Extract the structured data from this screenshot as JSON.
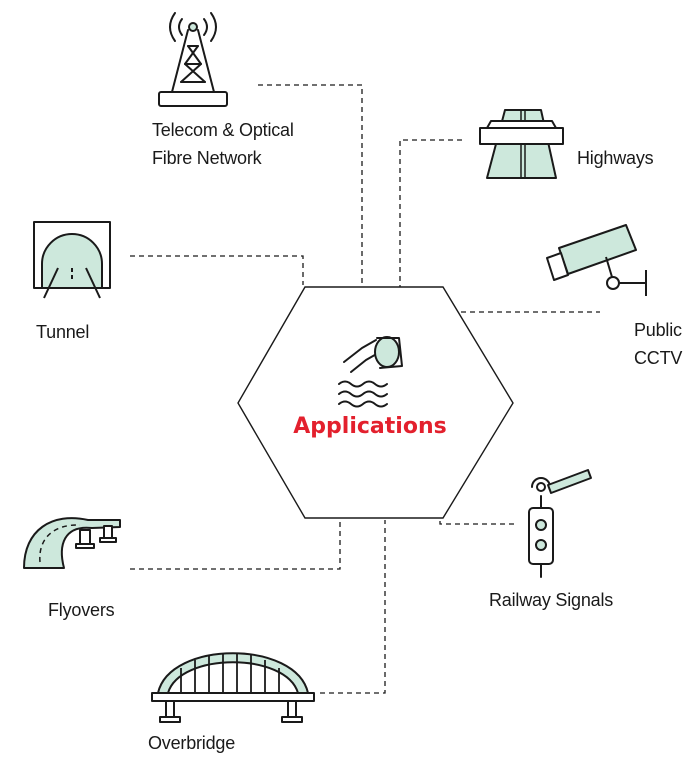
{
  "center": {
    "title": "Applications",
    "icon": "pipe-water-icon"
  },
  "colors": {
    "accent": "#e3202d",
    "fill": "#cde8dc",
    "line": "#1a1a1a"
  },
  "nodes": [
    {
      "id": "telecom",
      "label_lines": [
        "Telecom & Optical",
        "Fibre Network"
      ],
      "icon": "telecom-tower-icon"
    },
    {
      "id": "highways",
      "label_lines": [
        "Highways"
      ],
      "icon": "highway-icon"
    },
    {
      "id": "tunnel",
      "label_lines": [
        "Tunnel"
      ],
      "icon": "tunnel-icon"
    },
    {
      "id": "cctv",
      "label_lines": [
        "Public",
        "CCTV"
      ],
      "icon": "cctv-camera-icon"
    },
    {
      "id": "flyovers",
      "label_lines": [
        "Flyovers"
      ],
      "icon": "flyover-icon"
    },
    {
      "id": "railway",
      "label_lines": [
        "Railway Signals"
      ],
      "icon": "railway-signal-icon"
    },
    {
      "id": "overbridge",
      "label_lines": [
        "Overbridge"
      ],
      "icon": "overbridge-icon"
    }
  ]
}
